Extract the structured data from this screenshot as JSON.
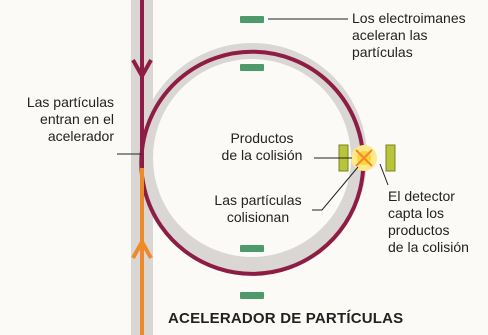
{
  "labels": {
    "electromagnets": [
      "Los electroimanes",
      "aceleran las",
      "partículas"
    ],
    "particles_enter": [
      "Las partículas",
      "entran en el",
      "acelerador"
    ],
    "collision_products": [
      "Productos",
      "de la colisión"
    ],
    "particles_collide": [
      "Las partículas",
      "colisionan"
    ],
    "detector": [
      "El detector",
      "capta los",
      "productos",
      "de la colisión"
    ]
  },
  "title": "ACELERADOR DE PARTÍCULAS",
  "colors": {
    "tube": "#d9d6d4",
    "path": "#8e1d45",
    "entry_arrow": "#ef8a2b",
    "magnet": "#4f9a6b",
    "detector": "#b8c43a",
    "collision": "#ffd23a"
  }
}
